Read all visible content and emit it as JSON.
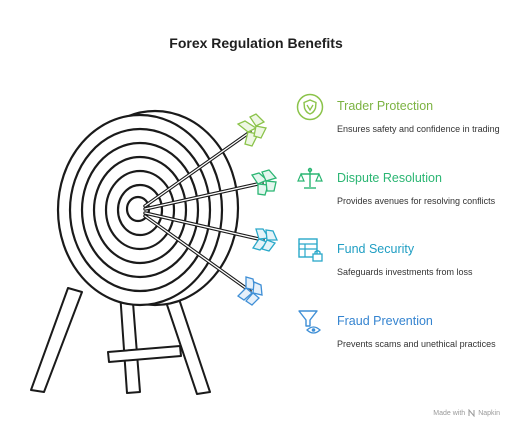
{
  "title": "Forex Regulation Benefits",
  "benefits": [
    {
      "title": "Trader Protection",
      "description": "Ensures safety and confidence in trading",
      "icon": "shield-icon",
      "color": "#8bc34a"
    },
    {
      "title": "Dispute Resolution",
      "description": "Provides avenues for resolving conflicts",
      "icon": "scales-icon",
      "color": "#2bb673"
    },
    {
      "title": "Fund Security",
      "description": "Safeguards investments from loss",
      "icon": "locked-ledger-icon",
      "color": "#29a8c9"
    },
    {
      "title": "Fraud Prevention",
      "description": "Prevents scams and unethical practices",
      "icon": "funnel-eye-icon",
      "color": "#3f8fd6"
    }
  ],
  "footer": {
    "made_with": "Made with",
    "brand": "Napkin"
  }
}
